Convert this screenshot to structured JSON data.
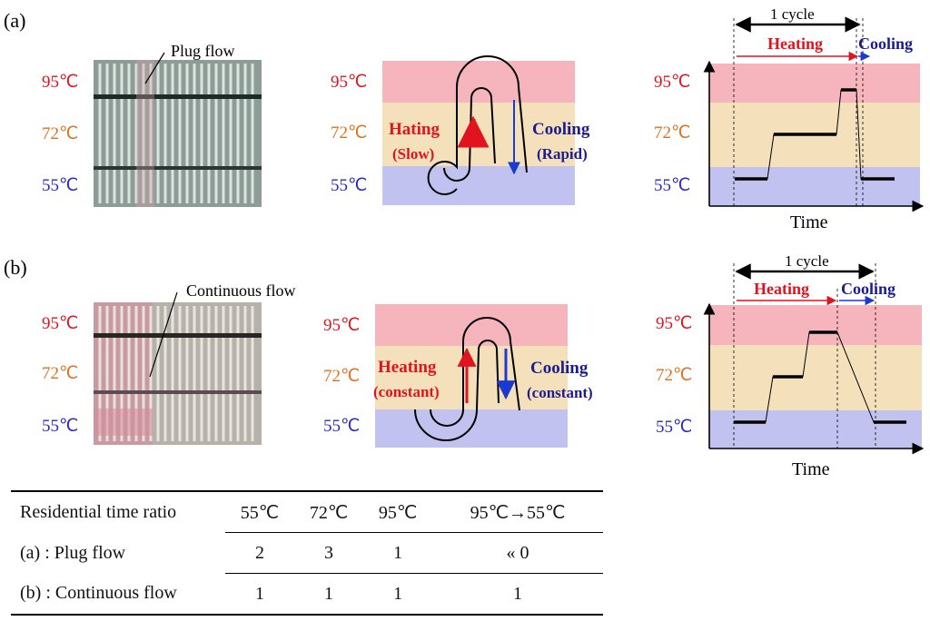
{
  "panels": [
    {
      "label": "(a)",
      "photo_callout": "Plug flow",
      "temps": [
        "95℃",
        "72℃",
        "55℃"
      ],
      "diagram": {
        "heat_label": "Hating",
        "heat_sub": "(Slow)",
        "cool_label": "Cooling",
        "cool_sub": "(Rapid)"
      },
      "profile": {
        "cycle_label": "1 cycle",
        "heat_label": "Heating",
        "cool_label": "Cooling",
        "xlabel": "Time"
      }
    },
    {
      "label": "(b)",
      "photo_callout": "Continuous flow",
      "temps": [
        "95℃",
        "72℃",
        "55℃"
      ],
      "diagram": {
        "heat_label": "Heating",
        "heat_sub": "(constant)",
        "cool_label": "Cooling",
        "cool_sub": "(constant)"
      },
      "profile": {
        "cycle_label": "1 cycle",
        "heat_label": "Heating",
        "cool_label": "Cooling",
        "xlabel": "Time"
      }
    }
  ],
  "colors": {
    "hot": "#f6b4bc",
    "mid": "#f4e1bc",
    "cold": "#c2c2f0",
    "t95": "#e0141e",
    "t72": "#e07020",
    "t55": "#2828c8",
    "heat_text": "#e0141e",
    "cool_text": "#1c1c8c",
    "cool_arrow": "#1a3ad0"
  },
  "table": {
    "header": [
      "Residential time ratio",
      "55℃",
      "72℃",
      "95℃",
      "95℃→55℃"
    ],
    "rows": [
      [
        "(a) : Plug flow",
        "2",
        "3",
        "1",
        "« 0"
      ],
      [
        "(b) : Continuous flow",
        "1",
        "1",
        "1",
        "1"
      ]
    ]
  }
}
